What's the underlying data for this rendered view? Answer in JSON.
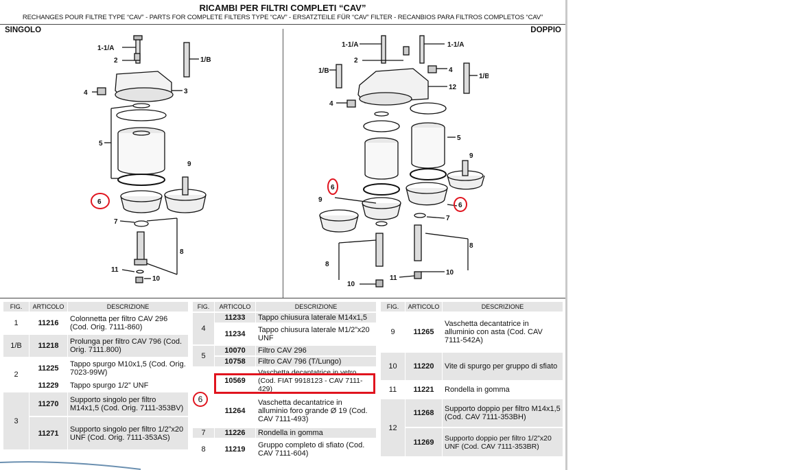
{
  "header": {
    "title": "RICAMBI PER FILTRI COMPLETI “CAV”",
    "subtitle": "RECHANGES POUR FILTRE TYPE “CAV” - PARTS FOR COMPLETE FILTERS TYPE “CAV” - ERSATZTEILE FÜR “CAV” FILTER - RECANBIOS PARA FILTROS COMPLETOS “CAV”"
  },
  "sections": {
    "left": "SINGOLO",
    "right": "DOPPIO"
  },
  "callouts_single": [
    "1-1/A",
    "2",
    "1/B",
    "4",
    "3",
    "5",
    "9",
    "6",
    "7",
    "8",
    "11",
    "10"
  ],
  "callouts_double": [
    "1-1/A",
    "1-1/A",
    "2",
    "1/B",
    "4",
    "1/B",
    "12",
    "4",
    "5",
    "9",
    "6",
    "9",
    "6",
    "7",
    "8",
    "8",
    "10",
    "11",
    "10"
  ],
  "columns": {
    "fig": "FIG.",
    "articolo": "ARTICOLO",
    "descrizione": "DESCRIZIONE"
  },
  "table1": {
    "rows": [
      {
        "fig": "1",
        "art": "11216",
        "desc": "Colonnetta per filtro CAV 296 (Cod. Orig. 7111-860)"
      },
      {
        "fig": "1/B",
        "art": "11218",
        "desc": "Prolunga per filtro CAV 796 (Cod. Orig. 7111.800)"
      },
      {
        "fig": "2",
        "art": "11225",
        "desc": "Tappo spurgo M10x1,5 (Cod. Orig. 7023-99W)"
      },
      {
        "fig": "",
        "art": "11229",
        "desc": "Tappo spurgo 1/2” UNF"
      },
      {
        "fig": "3",
        "art": "11270",
        "desc": "Supporto singolo per filtro M14x1,5 (Cod. Orig. 7111-353BV)"
      },
      {
        "fig": "",
        "art": "11271",
        "desc": "Supporto singolo per filtro 1/2”x20 UNF (Cod. Orig. 7111-353AS)"
      }
    ]
  },
  "table2": {
    "rows": [
      {
        "fig": "4",
        "art": "11233",
        "desc": "Tappo chiusura laterale M14x1,5"
      },
      {
        "fig": "",
        "art": "11234",
        "desc": "Tappo chiusura laterale M1/2”x20 UNF"
      },
      {
        "fig": "5",
        "art": "10070",
        "desc": "Filtro CAV 296"
      },
      {
        "fig": "",
        "art": "10758",
        "desc": "Filtro CAV 796 (T/Lungo)"
      },
      {
        "fig": "6",
        "art": "10569",
        "desc": "Vaschetta decantatrice in vetro (Cod. FIAT 9918123 - CAV 7111-429)"
      },
      {
        "fig": "",
        "art": "11264",
        "desc": "Vaschetta decantatrice in alluminio foro grande Ø 19 (Cod. CAV 7111-493)"
      },
      {
        "fig": "7",
        "art": "11226",
        "desc": "Rondella in gomma"
      },
      {
        "fig": "8",
        "art": "11219",
        "desc": "Gruppo completo di sfiato (Cod. CAV 7111-604)"
      }
    ]
  },
  "table3": {
    "rows": [
      {
        "fig": "9",
        "art": "11265",
        "desc": "Vaschetta decantatrice in alluminio con asta (Cod. CAV 7111-542A)"
      },
      {
        "fig": "10",
        "art": "11220",
        "desc": "Vite di spurgo per gruppo di sfiato"
      },
      {
        "fig": "11",
        "art": "11221",
        "desc": "Rondella in gomma"
      },
      {
        "fig": "12",
        "art": "11268",
        "desc": "Supporto doppio per filtro M14x1,5 (Cod. CAV 7111-353BH)"
      },
      {
        "fig": "",
        "art": "11269",
        "desc": "Supporto doppio per filtro 1/2”x20 UNF (Cod. CAV 7111-353BR)"
      }
    ]
  },
  "annotation": {
    "marker": "6",
    "color": "#e0141e"
  }
}
